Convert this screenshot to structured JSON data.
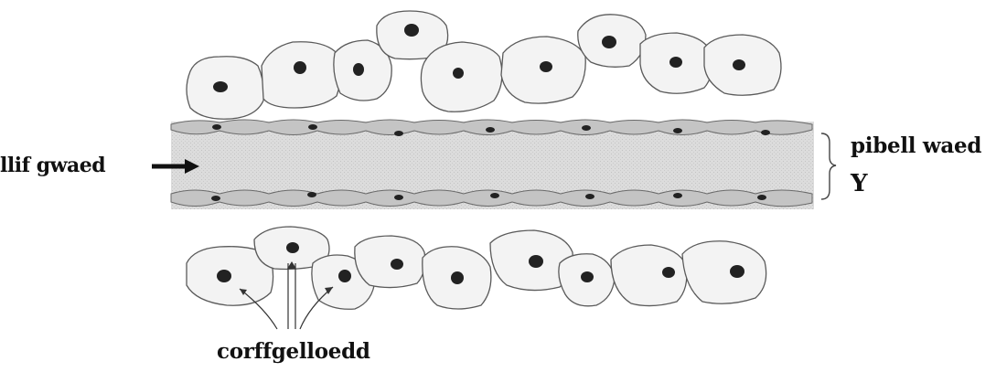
{
  "diagram": {
    "labels": {
      "blood_flow": "llif gwaed",
      "blood_vessel": "pibell waed",
      "vessel_marker": "Y",
      "body_cells": "corffgelloedd"
    },
    "colors": {
      "cell_fill": "#f3f3f3",
      "cell_stroke": "#5a5a5a",
      "nucleus": "#222222",
      "vessel_fill": "#d6d6d6",
      "endothelium": "#c4c4c4",
      "ink": "#111111"
    },
    "icons": {
      "flow_arrow": "right-arrow-icon",
      "vessel_brace": "right-brace-icon"
    }
  }
}
